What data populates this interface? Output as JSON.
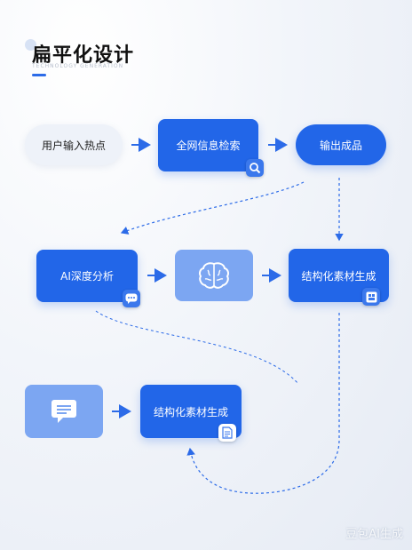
{
  "header": {
    "title": "扁平化设计",
    "subtitle": "TECHNOLOGY GENERATION"
  },
  "nodes": {
    "user_input": "用户输入热点",
    "search": "全网信息检索",
    "output": "输出成品",
    "ai_analysis": "AI深度分析",
    "brain": "",
    "structured_1": "结构化素材生成",
    "document": "",
    "structured_2": "结构化素材生成"
  },
  "icons": {
    "search_badge": "magnifier-icon",
    "analysis_badge": "chat-bubble-icon",
    "brain_node": "brain-icon",
    "structured_badge": "content-blocks-icon",
    "document_node": "message-icon",
    "structured_2_badge": "document-icon"
  },
  "colors": {
    "primary": "#2266e8",
    "light": "#7ca6f2",
    "arrow": "#2c6be8",
    "background": "#eef2f9"
  },
  "watermark": "豆包AI生成"
}
